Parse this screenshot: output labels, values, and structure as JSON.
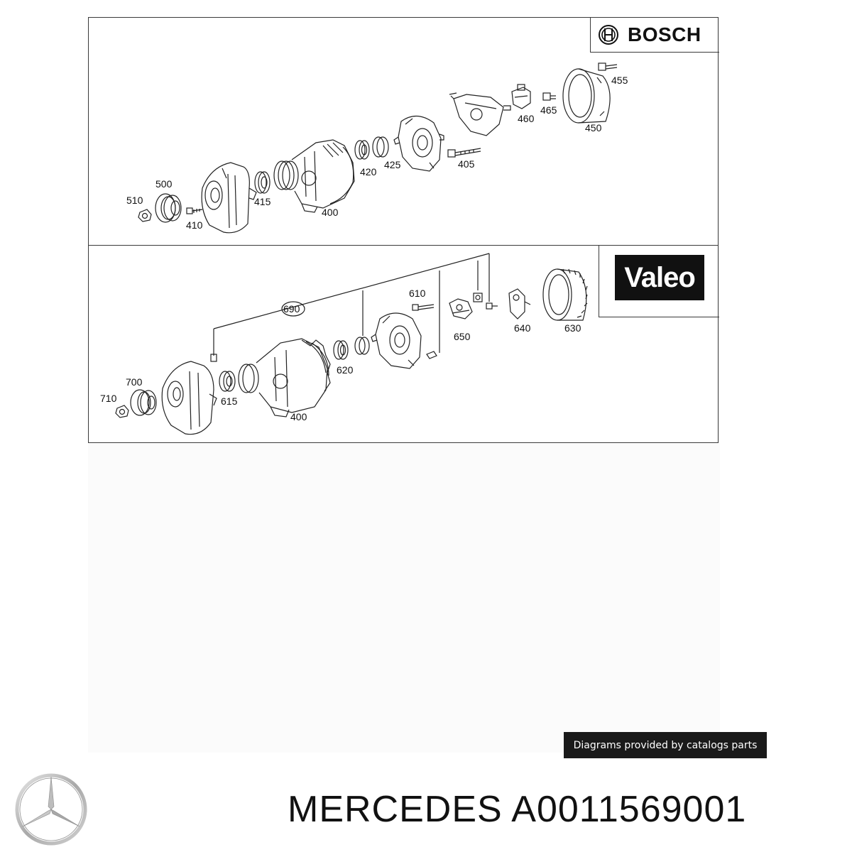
{
  "brands": {
    "top_brand": "BOSCH",
    "bottom_brand": "Valeo"
  },
  "bosch_parts": [
    "455",
    "460",
    "465",
    "450",
    "425",
    "420",
    "405",
    "415",
    "400",
    "500",
    "510",
    "410"
  ],
  "valeo_parts": [
    "610",
    "690",
    "650",
    "640",
    "630",
    "620",
    "615",
    "700",
    "710",
    "400"
  ],
  "credit": "Diagrams provided by catalogs parts",
  "footer": {
    "title": "MERCEDES A0011569001"
  },
  "icons": {
    "bosch": "bosch-armature-icon",
    "mercedes": "mercedes-star-icon"
  }
}
